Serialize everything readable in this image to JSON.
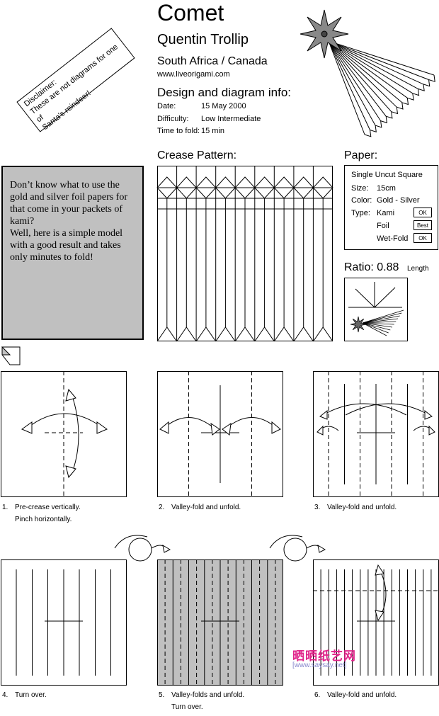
{
  "header": {
    "title": "Comet",
    "author": "Quentin Trollip",
    "country": "South Africa / Canada",
    "website": "www.liveorigami.com",
    "info_heading": "Design and diagram info:",
    "info": [
      {
        "key": "Date:",
        "value": "15 May 2000"
      },
      {
        "key": "Difficulty:",
        "value": "Low Intermediate"
      },
      {
        "key": "Time to fold:",
        "value": "15 min"
      }
    ]
  },
  "disclaimer": {
    "line1": "Disclaimer:",
    "line2": "These are not diagrams for one of",
    "line3": "Santa's reindeer!"
  },
  "crease_heading": "Crease Pattern:",
  "promo": {
    "p1": "Don’t know what to use the gold and silver foil papers for that come in your packets of kami?",
    "p2": "Well, here is a simple model with a good result and takes only minutes to fold!"
  },
  "paper": {
    "heading": "Paper:",
    "type_line": "Single Uncut Square",
    "size_k": "Size:",
    "size_v": "15cm",
    "color_k": "Color:",
    "color_v": "Gold - Silver",
    "type_k": "Type:",
    "types": [
      {
        "name": "Kami",
        "rating": "OK"
      },
      {
        "name": "Foil",
        "rating": "Best"
      },
      {
        "name": "Wet-Fold",
        "rating": "OK"
      }
    ]
  },
  "ratio": {
    "label": "Ratio: 0.88",
    "unit": "Length"
  },
  "steps": [
    {
      "num": "1.",
      "line1": "Pre-crease vertically.",
      "line2": "Pinch horizontally."
    },
    {
      "num": "2.",
      "line1": "Valley-fold and unfold.",
      "line2": ""
    },
    {
      "num": "3.",
      "line1": "Valley-fold and unfold.",
      "line2": ""
    },
    {
      "num": "4.",
      "line1": "Turn over.",
      "line2": ""
    },
    {
      "num": "5.",
      "line1": "Valley-folds and unfold.",
      "line2": "Turn over."
    },
    {
      "num": "6.",
      "line1": "Valley-fold and unfold.",
      "line2": ""
    }
  ],
  "watermark": {
    "line1": "晒晒纸艺网",
    "line2": "[www.saysay.net]"
  },
  "colors": {
    "gray_fill": "#c0c0c0",
    "watermark": "#e0248a"
  }
}
